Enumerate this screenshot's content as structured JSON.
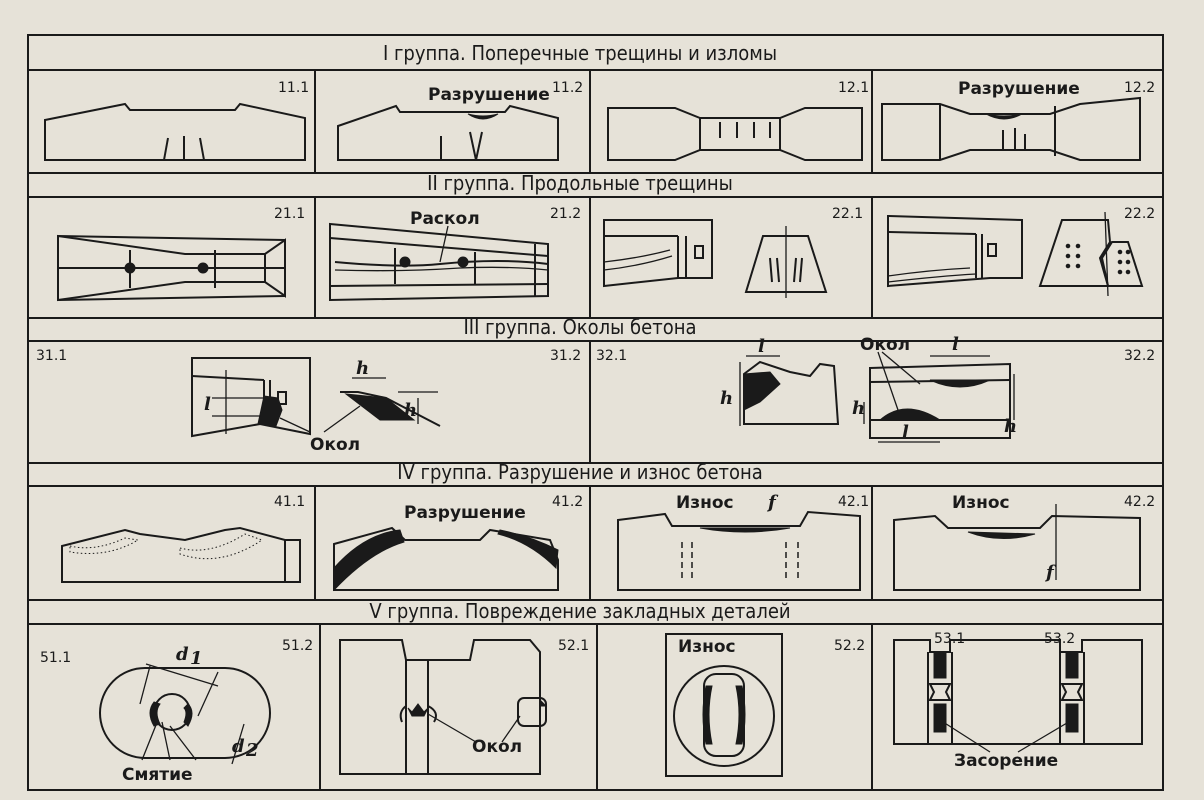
{
  "groups": [
    {
      "title": "I группа. Поперечные трещины и изломы"
    },
    {
      "title": "II группа. Продольные трещины"
    },
    {
      "title": "III группа. Околы бетона"
    },
    {
      "title": "IV группа. Разрушение и износ бетона"
    },
    {
      "title": "V группа. Повреждение закладных деталей"
    }
  ],
  "cells": {
    "c11_1": "11.1",
    "c11_2": "11.2",
    "c12_1": "12.1",
    "c12_2": "12.2",
    "c21_1": "21.1",
    "c21_2": "21.2",
    "c22_1": "22.1",
    "c22_2": "22.2",
    "c31_1": "31.1",
    "c31_2": "31.2",
    "c32_1": "32.1",
    "c32_2": "32.2",
    "c41_1": "41.1",
    "c41_2": "41.2",
    "c42_1": "42.1",
    "c42_2": "42.2",
    "c51_1": "51.1",
    "c51_2": "51.2",
    "c52_1": "52.1",
    "c52_2": "52.2",
    "c53_1": "53.1",
    "c53_2": "53.2"
  },
  "labels": {
    "destruction": "Разрушение",
    "split": "Раскол",
    "chip": "Окол",
    "wear": "Износ",
    "crush": "Смятие",
    "clogging": "Засорение"
  },
  "symbols": {
    "h": "h",
    "l": "l",
    "f": "f",
    "d1": "d",
    "d2": "d",
    "sub1": "1",
    "sub2": "2"
  }
}
